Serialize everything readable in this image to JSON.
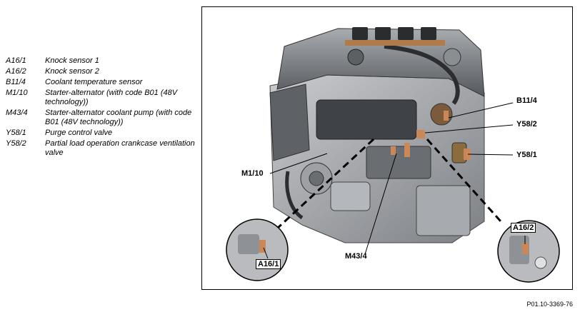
{
  "legend": [
    {
      "code": "A16/1",
      "desc": "Knock sensor 1"
    },
    {
      "code": "A16/2",
      "desc": "Knock sensor 2"
    },
    {
      "code": "B11/4",
      "desc": "Coolant temperature sensor"
    },
    {
      "code": "M1/10",
      "desc": "Starter-alternator (with code B01 (48V technology))"
    },
    {
      "code": "M43/4",
      "desc": "Starter-alternator coolant pump (with code B01 (48V technology))"
    },
    {
      "code": "Y58/1",
      "desc": "Purge control valve"
    },
    {
      "code": "Y58/2",
      "desc": "Partial load operation crankcase ventilation valve"
    }
  ],
  "callouts": {
    "b11_4": "B11/4",
    "y58_2": "Y58/2",
    "y58_1": "Y58/1",
    "m1_10": "M1/10",
    "m43_4": "M43/4",
    "a16_1": "A16/1",
    "a16_2": "A16/2"
  },
  "reference_code": "P01.10-3369-76"
}
